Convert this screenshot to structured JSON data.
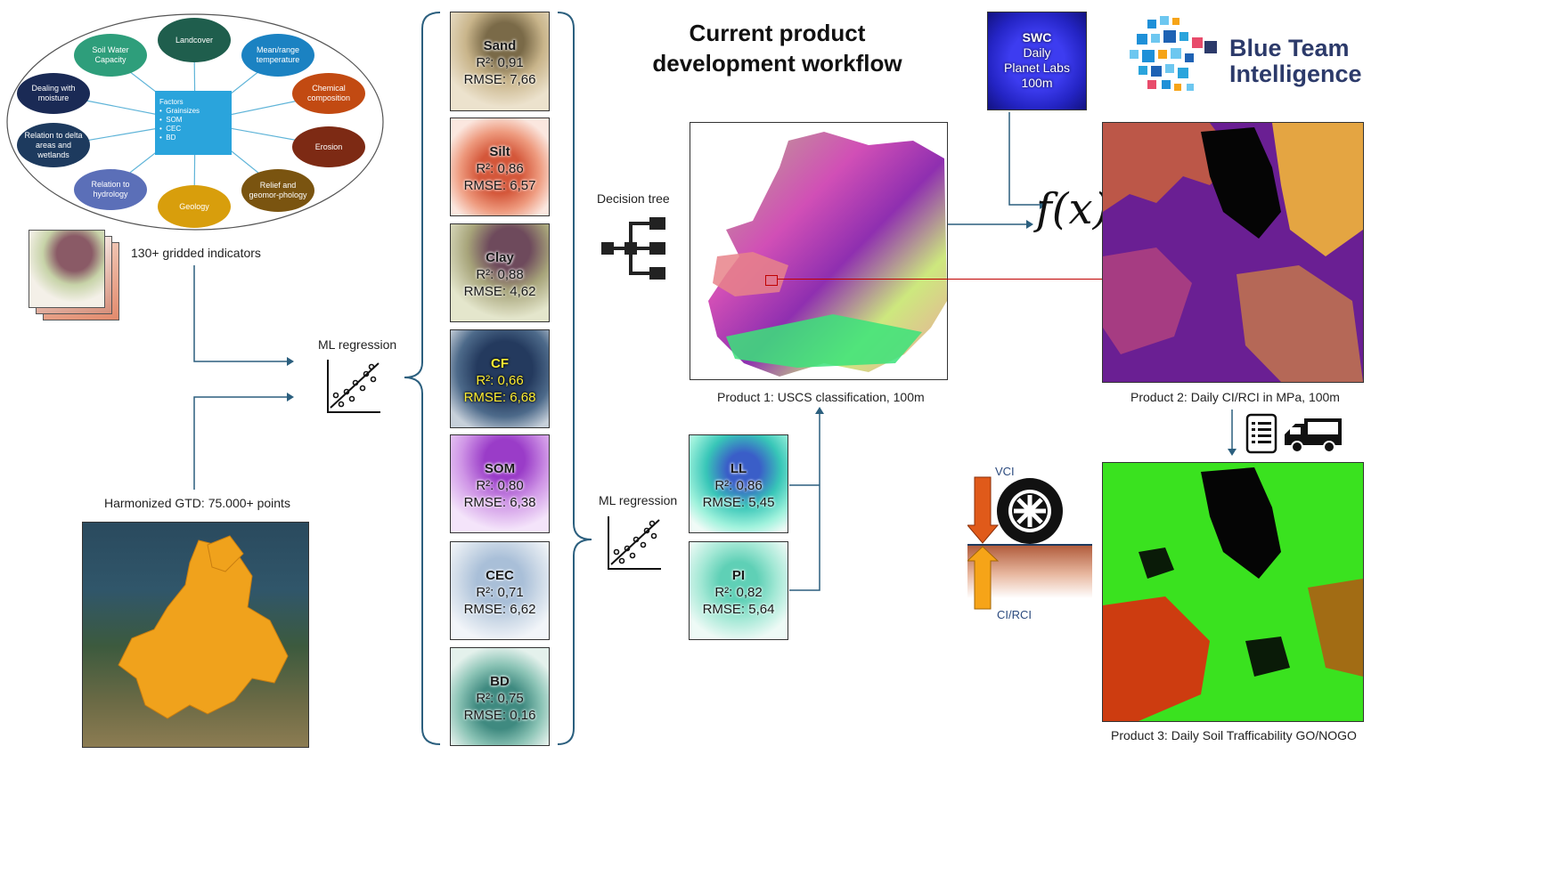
{
  "title": {
    "line1": "Current product",
    "line2": "development workflow"
  },
  "logo": {
    "line1": "Blue Team",
    "line2": "Intelligence"
  },
  "factors_diagram": {
    "center": {
      "heading": "Factors",
      "items": [
        "Grainsizes",
        "SOM",
        "CEC",
        "BD"
      ]
    },
    "nodes": [
      {
        "label": "Landcover",
        "color": "#1f5e4d"
      },
      {
        "label": "Soil Water Capacity",
        "color": "#2e9e7b"
      },
      {
        "label": "Mean/range temperature",
        "color": "#1b82c2"
      },
      {
        "label": "Dealing with moisture",
        "color": "#1a2a55"
      },
      {
        "label": "Chemical composition",
        "color": "#c24a12"
      },
      {
        "label": "Relation to delta areas and wetlands",
        "color": "#1d3a5e"
      },
      {
        "label": "Erosion",
        "color": "#7d2a14"
      },
      {
        "label": "Relation to hydrology",
        "color": "#5b6fb8"
      },
      {
        "label": "Relief and geomor-phology",
        "color": "#7a5410"
      },
      {
        "label": "Geology",
        "color": "#d89e0c"
      }
    ]
  },
  "captions": {
    "gridded": "130+ gridded indicators",
    "harmonized": "Harmonized GTD: 75.000+ points",
    "ml_regression_1": "ML regression",
    "ml_regression_2": "ML regression",
    "decision_tree": "Decision tree",
    "product1": "Product 1: USCS classification, 100m",
    "product2": "Product 2: Daily CI/RCI in MPa, 100m",
    "product3": "Product 3: Daily Soil Trafficability GO/NOGO",
    "vci": "VCI",
    "ci_rci": "CI/RCI",
    "fx": "f(x)"
  },
  "swc": {
    "line1": "SWC",
    "line2": "Daily",
    "line3": "Planet Labs",
    "line4": "100m"
  },
  "soil_maps": [
    {
      "name": "Sand",
      "r2": "R²: 0,91",
      "rmse": "RMSE: 7,66"
    },
    {
      "name": "Silt",
      "r2": "R²: 0,86",
      "rmse": "RMSE: 6,57"
    },
    {
      "name": "Clay",
      "r2": "R²: 0,88",
      "rmse": "RMSE: 4,62"
    },
    {
      "name": "CF",
      "r2": "R²: 0,66",
      "rmse": "RMSE: 6,68"
    },
    {
      "name": "SOM",
      "r2": "R²: 0,80",
      "rmse": "RMSE: 6,38"
    },
    {
      "name": "CEC",
      "r2": "R²: 0,71",
      "rmse": "RMSE: 6,62"
    },
    {
      "name": "BD",
      "r2": "R²: 0,75",
      "rmse": "RMSE: 0,16"
    }
  ],
  "limit_maps": [
    {
      "name": "LL",
      "r2": "R²: 0,86",
      "rmse": "RMSE: 5,45"
    },
    {
      "name": "PI",
      "r2": "R²: 0,82",
      "rmse": "RMSE: 5,64"
    }
  ],
  "colors": {
    "arrow": "#2b5f7e",
    "red_link": "#c00000",
    "vci_arrow": "#e05a1a",
    "ci_arrow": "#f6a418"
  }
}
